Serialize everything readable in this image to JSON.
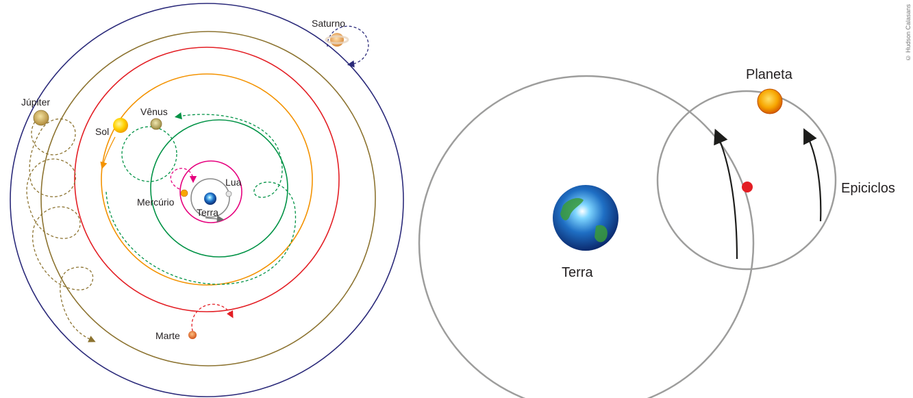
{
  "left_diagram": {
    "labels": {
      "saturno": "Saturno",
      "jupiter": "Júpiter",
      "sol": "Sol",
      "venus": "Vênus",
      "lua": "Lua",
      "mercurio": "Mercúrio",
      "terra": "Terra",
      "marte": "Marte"
    },
    "colors": {
      "saturno_orbit": "#2b2a7a",
      "jupiter_orbit": "#8c7330",
      "marte_orbit": "#e31e24",
      "sol_orbit": "#f39200",
      "venus_orbit": "#009245",
      "mercurio_orbit": "#e6007e",
      "lua_orbit": "#8a8a8a"
    }
  },
  "right_diagram": {
    "labels": {
      "planeta": "Planeta",
      "epiciclos": "Epiciclos",
      "terra": "Terra"
    },
    "colors": {
      "circle": "#9d9d9c",
      "center_point": "#e31e24",
      "arrow": "#1d1d1b"
    }
  },
  "credit": "© Hudson Calasans"
}
